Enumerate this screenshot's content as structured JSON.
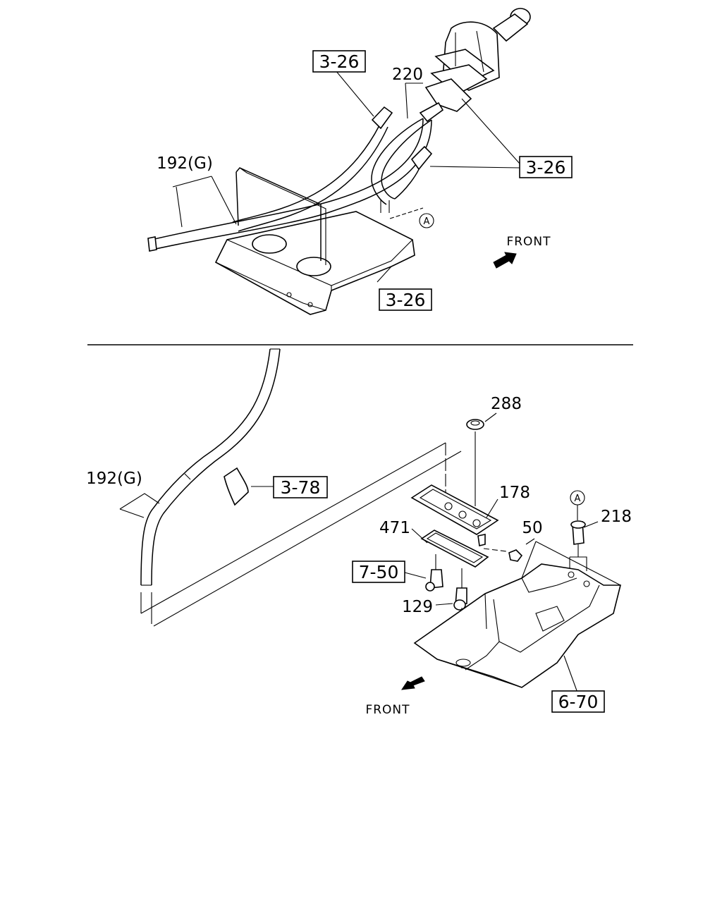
{
  "top_view": {
    "labels": {
      "ref_top": "3-26",
      "part_220": "220",
      "ref_right": "3-26",
      "part_192g": "192(G)",
      "circle_a": "A",
      "front": "FRONT",
      "ref_bottom": "3-26"
    }
  },
  "bottom_view": {
    "labels": {
      "part_288": "288",
      "part_192g": "192(G)",
      "ref_378": "3-78",
      "part_178": "178",
      "circle_a": "A",
      "part_218": "218",
      "part_471": "471",
      "part_50": "50",
      "ref_750": "7-50",
      "part_129": "129",
      "front": "FRONT",
      "ref_670": "6-70"
    }
  }
}
